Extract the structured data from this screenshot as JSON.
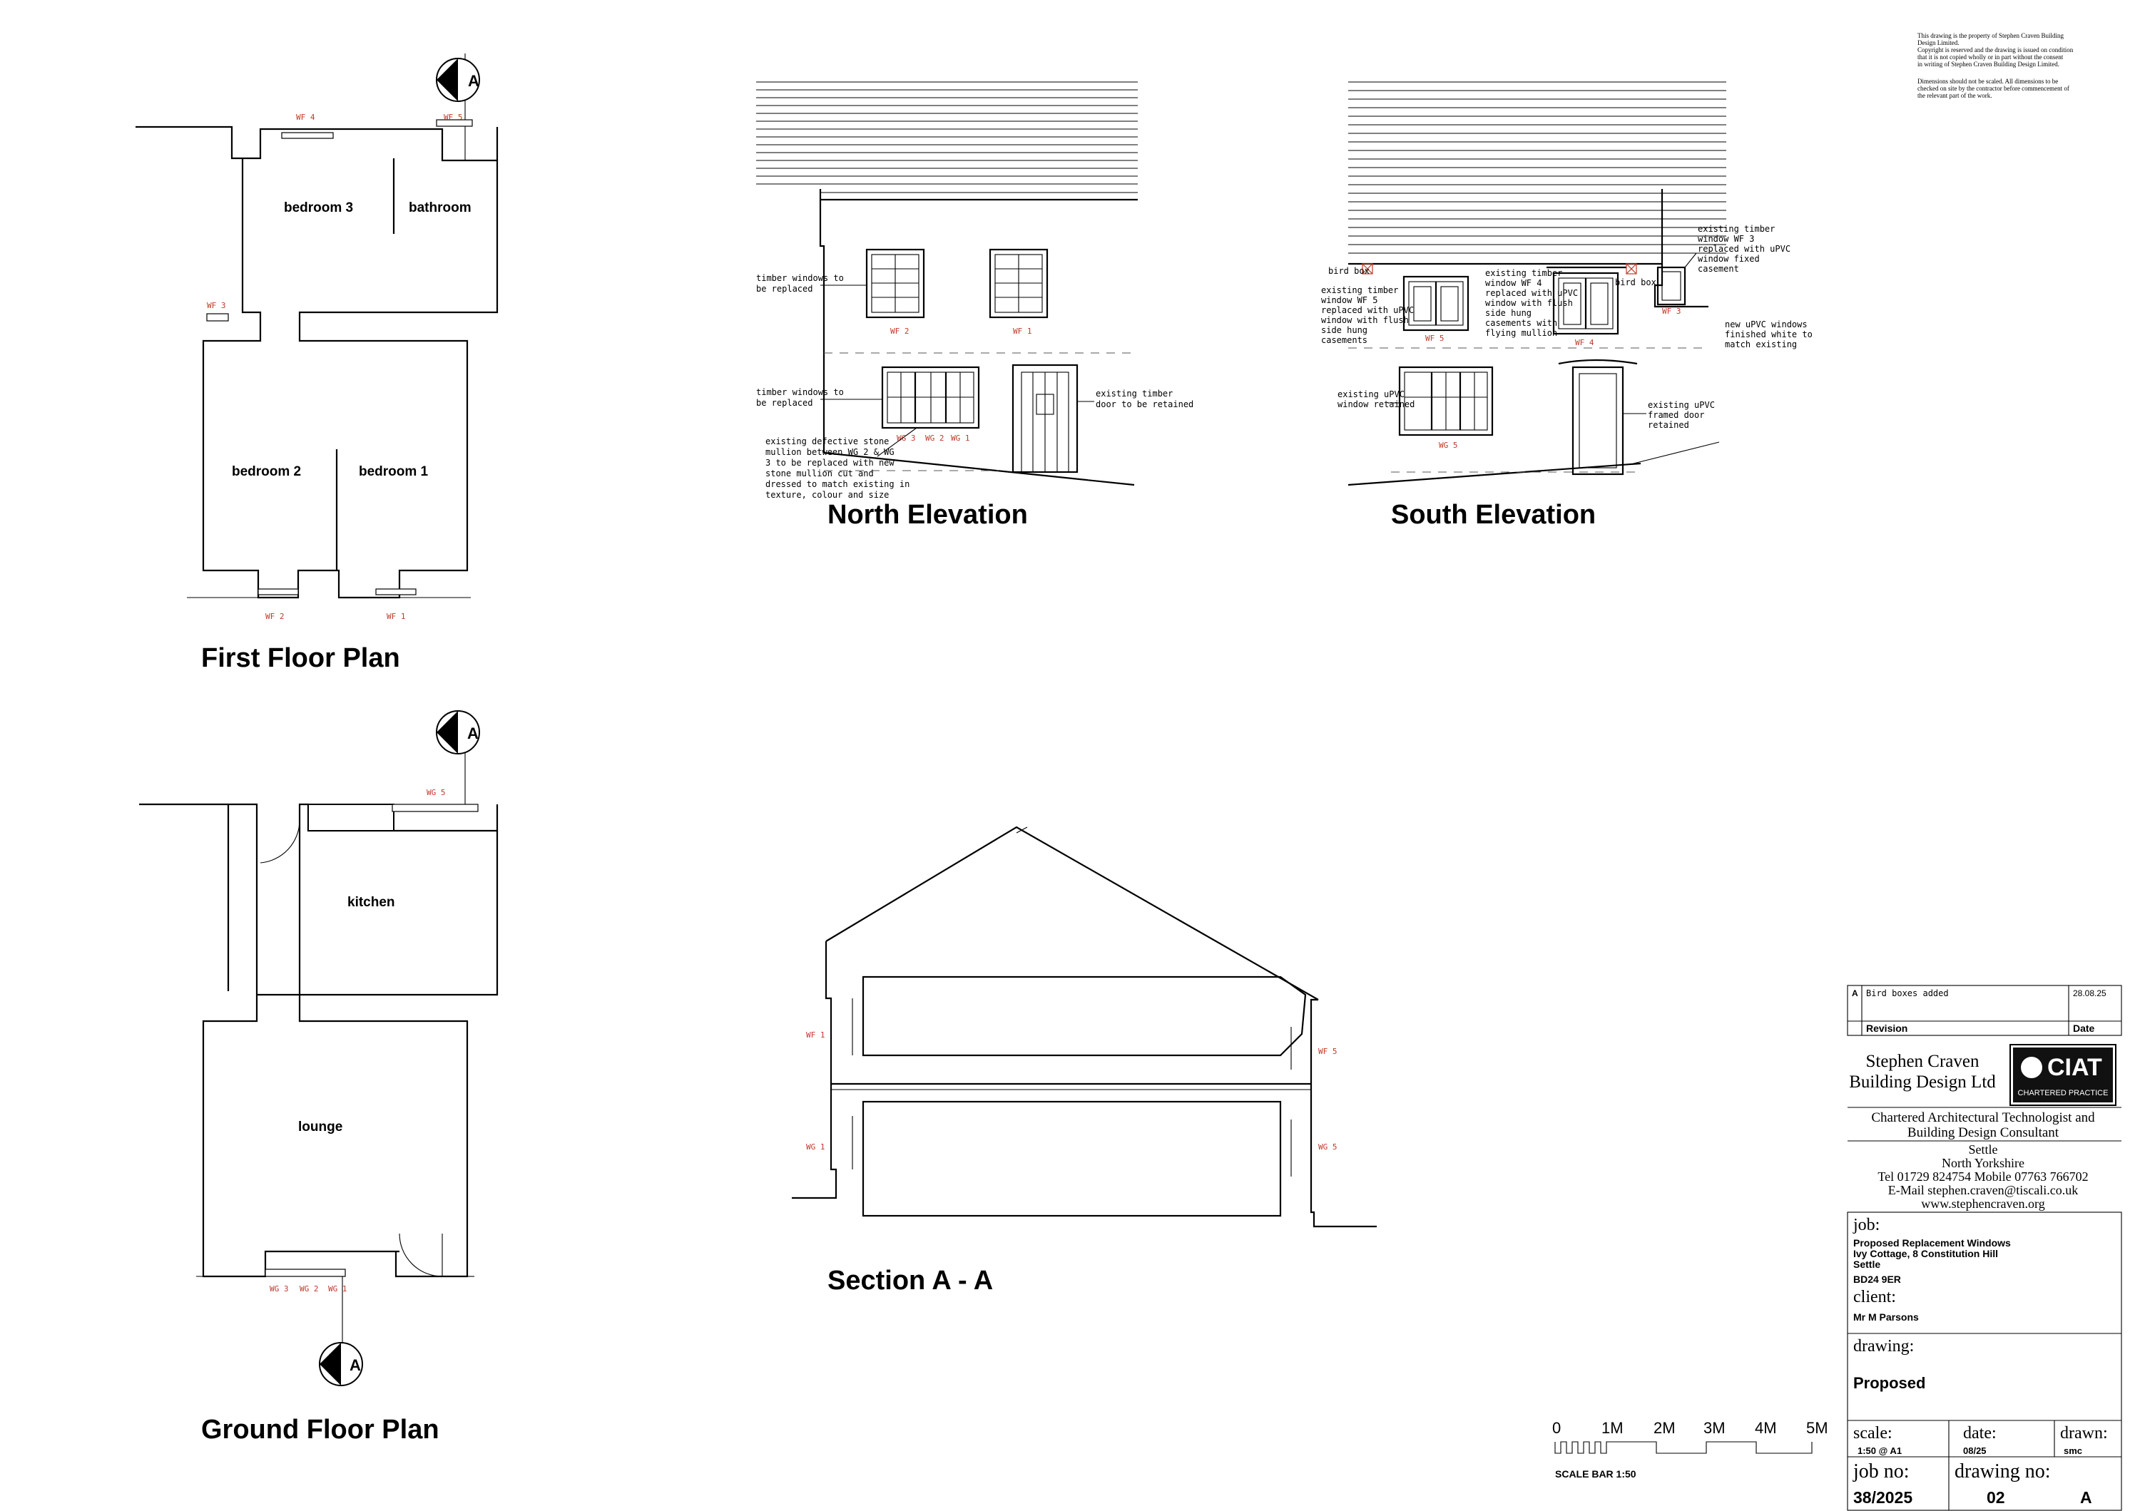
{
  "notice": [
    "This drawing is the property of Stephen Craven Building",
    "Design Limited.",
    "Copyright is reserved and the drawing is issued on condition",
    "that it is not copied wholly or in part without the consent",
    "in writing of Stephen Craven Building Design Limited.",
    "",
    "Dimensions should not be scaled. All dimensions to be",
    "checked on site by the contractor before commencement of",
    "the relevant part of the work."
  ],
  "titles": {
    "first_floor": "First Floor Plan",
    "ground_floor": "Ground Floor Plan",
    "north": "North Elevation",
    "south": "South Elevation",
    "section": "Section A - A"
  },
  "section_marker": "A",
  "rooms": {
    "bedroom3": "bedroom 3",
    "bathroom": "bathroom",
    "bedroom2": "bedroom 2",
    "bedroom1": "bedroom 1",
    "kitchen": "kitchen",
    "lounge": "lounge"
  },
  "tags": {
    "wf1": "WF 1",
    "wf2": "WF 2",
    "wf3": "WF 3",
    "wf4": "WF 4",
    "wf5": "WF 5",
    "wg1": "WG 1",
    "wg2": "WG 2",
    "wg3": "WG 3",
    "wg5": "WG 5"
  },
  "north_notes": {
    "timber_upper": [
      "timber windows to",
      "be replaced"
    ],
    "timber_lower": [
      "timber windows to",
      "be replaced"
    ],
    "door": [
      "existing timber",
      "door to be retained"
    ],
    "mullion": [
      "existing defective stone",
      "mullion between WG 2 & WG",
      "3 to be replaced with new",
      "stone mullion cut and",
      "dressed to match existing in",
      "texture, colour and size"
    ]
  },
  "south_notes": {
    "bird_box": "bird box",
    "wf5": [
      "existing timber",
      "window WF 5",
      "replaced with uPVC",
      "window with flush",
      "side hung",
      "casements"
    ],
    "wf4": [
      "existing timber",
      "window WF 4",
      "replaced with uPVC",
      "window with flush",
      "side hung",
      "casements with",
      "flying mullion"
    ],
    "wf3": [
      "existing timber",
      "window WF 3",
      "replaced with uPVC",
      "window fixed",
      "casement"
    ],
    "new_upvc": [
      "new uPVC windows",
      "finished white to",
      "match existing"
    ],
    "upvc_retained": [
      "existing uPVC",
      "window retained"
    ],
    "door_retained": [
      "existing uPVC",
      "framed door",
      "retained"
    ]
  },
  "scale_bar": {
    "labels": [
      "0",
      "1M",
      "2M",
      "3M",
      "4M",
      "5M"
    ],
    "caption": "SCALE BAR 1:50"
  },
  "title_block": {
    "revision": {
      "rev": "A",
      "description": "Bird boxes added",
      "date": "28.08.25"
    },
    "revision_header": "Revision",
    "date_header": "Date",
    "company": [
      "Stephen Craven",
      "Building Design Ltd"
    ],
    "ciat": {
      "name": "CIAT",
      "sub": "CHARTERED PRACTICE"
    },
    "role": [
      "Chartered Architectural Technologist and",
      "Building Design Consultant"
    ],
    "address": [
      "Settle",
      "North Yorkshire",
      "Tel 01729 824754 Mobile 07763 766702",
      "E-Mail stephen.craven@tiscali.co.uk",
      "www.stephencraven.org"
    ],
    "job_label": "job:",
    "job": [
      "Proposed Replacement Windows",
      "Ivy Cottage, 8 Constitution Hill",
      "Settle",
      "BD24 9ER"
    ],
    "client_label": "client:",
    "client": "Mr M Parsons",
    "drawing_label": "drawing:",
    "drawing": "Proposed",
    "scale_label": "scale:",
    "scale": "1:50 @ A1",
    "date_label": "date:",
    "date": "08/25",
    "drawn_label": "drawn:",
    "drawn": "smc",
    "jobno_label": "job no:",
    "jobno": "38/2025",
    "drawingno_label": "drawing no:",
    "drawingno": "02",
    "rev_letter": "A"
  }
}
